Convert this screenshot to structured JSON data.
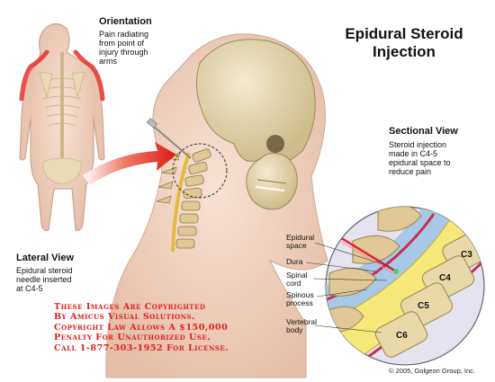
{
  "title_line1": "Epidural Steroid",
  "title_line2": "Injection",
  "orientation": {
    "heading": "Orientation",
    "lines": [
      "Pain radiating",
      "from point of",
      "injury through",
      "arms"
    ]
  },
  "lateral_view": {
    "heading": "Lateral View",
    "lines": [
      "Epidural steroid",
      "needle inserted",
      "at C4-5"
    ]
  },
  "sectional_view": {
    "heading": "Sectional View",
    "lines": [
      "Steroid injection",
      "made in C4-5",
      "epidural space to",
      "reduce pain"
    ]
  },
  "labels": {
    "epidural_space": [
      "Epidural",
      "space"
    ],
    "dura": "Dura",
    "spinal_cord": [
      "Spinal",
      "cord"
    ],
    "spinous_process": [
      "Spinous",
      "process"
    ],
    "vertebral_body": [
      "Vertebral",
      "body"
    ]
  },
  "vertebrae": [
    "C3",
    "C4",
    "C5",
    "C6"
  ],
  "copyright_lines": [
    "These Images Are Copyrighted",
    "By Amicus Visual Solutions.",
    "Copyright Law Allows A $150,000",
    "Penalty For Unauthorized Use.",
    "Call 1-877-303-1952 For License."
  ],
  "credit": "© 2005, Golgeon Group, Inc.",
  "colors": {
    "pain_red": "#e8302a",
    "copyright_red": "#e0201c",
    "skin": "#f0d6c6",
    "bone": "#e8d9a8",
    "cord_yellow": "#f6e97a",
    "csf_blue": "#a8c8e8",
    "arrow_red": "#e02418"
  }
}
